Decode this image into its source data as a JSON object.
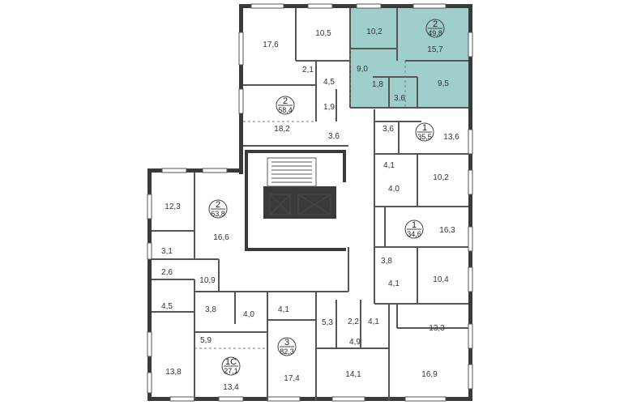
{
  "colors": {
    "highlight": "#9ecfca",
    "wall": "#3a3a3a",
    "line": "#555555",
    "text": "#333333"
  },
  "apartments": [
    {
      "id": "apt-2-498",
      "rooms": "2",
      "area": "49,8",
      "selected": true
    },
    {
      "id": "apt-2-584",
      "rooms": "2",
      "area": "58,4"
    },
    {
      "id": "apt-1-355",
      "rooms": "1",
      "area": "35,5"
    },
    {
      "id": "apt-2-638",
      "rooms": "2",
      "area": "63,8"
    },
    {
      "id": "apt-1-346",
      "rooms": "1",
      "area": "34,6"
    },
    {
      "id": "apt-1c-271",
      "rooms": "1С",
      "area": "27,1"
    },
    {
      "id": "apt-3-823",
      "rooms": "3",
      "area": "82,3"
    }
  ],
  "rooms": [
    "17,6",
    "10,5",
    "2,1",
    "4,5",
    "1,9",
    "18,2",
    "3,6",
    "10,2",
    "15,7",
    "9,0",
    "1,8",
    "3,6",
    "9,5",
    "3,6",
    "13,6",
    "4,1",
    "10,2",
    "4,0",
    "12,3",
    "16,6",
    "3,1",
    "2,6",
    "10,9",
    "4,5",
    "16,3",
    "3,8",
    "10,4",
    "4,1",
    "3,8",
    "4,0",
    "4,1",
    "5,9",
    "5,3",
    "2,2",
    "4,1",
    "13,3",
    "4,9",
    "13,8",
    "13,4",
    "17,4",
    "14,1",
    "16,9"
  ]
}
